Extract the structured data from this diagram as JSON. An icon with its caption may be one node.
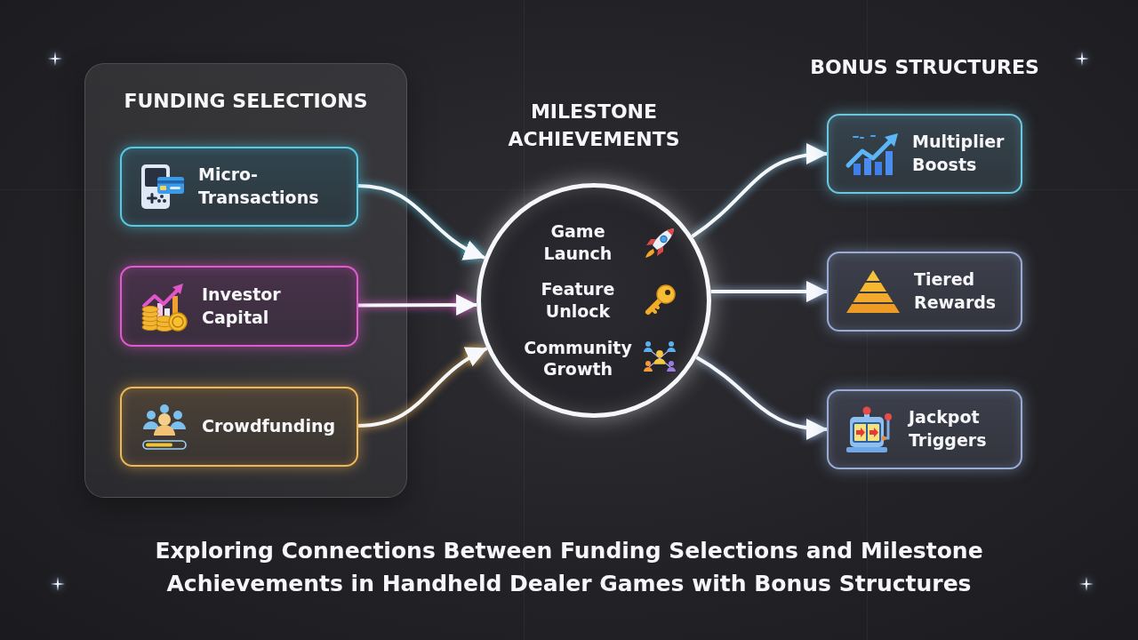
{
  "diagram": {
    "caption": "Exploring Connections Between Funding Selections and Milestone Achievements in Handheld Dealer Games with Bonus Structures",
    "nodes": [
      {
        "text": [
          "FUNDING SELECTIONS"
        ]
      },
      {
        "text": [
          "Micro-Transactions"
        ],
        "in": 0
      },
      {
        "text": [
          "Investor Capital"
        ],
        "in": 0
      },
      {
        "text": [
          "Crowdfunding"
        ],
        "in": 0
      },
      {
        "text": [
          "MILESTONE ACHIEVEMENTS",
          "Game Launch",
          "Feature Unlock",
          "Community Growth"
        ]
      },
      {
        "text": [
          "Multiplier Boosts"
        ]
      },
      {
        "text": [
          "Tiered Rewards"
        ]
      },
      {
        "text": [
          "Jackpot Triggers"
        ]
      }
    ],
    "edges": [
      {
        "from": 1,
        "to": 4,
        "arrow": "to"
      },
      {
        "from": 2,
        "to": 4,
        "arrow": "to"
      },
      {
        "from": 3,
        "to": 4,
        "arrow": "to"
      },
      {
        "from": 4,
        "to": 5,
        "arrow": "to"
      },
      {
        "from": 4,
        "to": 6,
        "arrow": "to"
      },
      {
        "from": 4,
        "to": 7,
        "arrow": "to"
      }
    ],
    "labels": [
      "BONUS STRUCTURES"
    ]
  }
}
